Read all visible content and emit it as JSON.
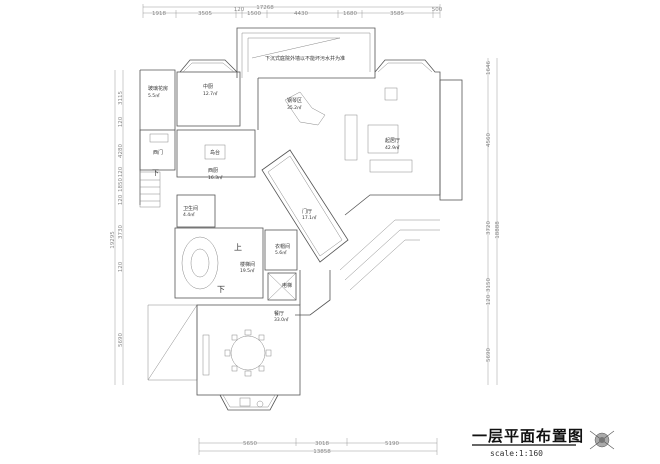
{
  "title": "一层平面布置图",
  "scale": "scale:1:160",
  "note": "下沉式庭院外墙以不能坏污水井为准",
  "rooms": {
    "glass_house": {
      "name": "玻璃花房",
      "area": "5.5㎡"
    },
    "chinese_kitchen": {
      "name": "中厨",
      "area": "12.7㎡"
    },
    "piano": {
      "name": "钢琴区",
      "area": "35.2㎡"
    },
    "living": {
      "name": "起居厅",
      "area": "42.9㎡"
    },
    "western_kitchen": {
      "name": "西厨",
      "area": "16.3㎡"
    },
    "island": {
      "name": "岛台"
    },
    "west_door": {
      "name": "西门"
    },
    "toilet": {
      "name": "卫生间",
      "area": "4.4㎡"
    },
    "foyer": {
      "name": "门厅",
      "area": "17.1㎡"
    },
    "cloakroom": {
      "name": "衣帽间",
      "area": "5.6㎡"
    },
    "stairwell": {
      "name": "楼梯间",
      "area": "19.5㎡"
    },
    "elevator": {
      "name": "电梯"
    },
    "dining": {
      "name": "餐厅",
      "area": "33.0㎡"
    }
  },
  "stairs": {
    "up": "上",
    "down": "下",
    "down2": "下"
  },
  "dims": {
    "top_total": "17268",
    "top": [
      "1918",
      "3505",
      "120",
      "1500",
      "4430",
      "1680",
      "3585",
      "500"
    ],
    "bottom": [
      "5650",
      "3018",
      "5190"
    ],
    "bottom_total": "13858",
    "left": [
      "3115",
      "120",
      "4280",
      "120",
      "1850",
      "120",
      "3730",
      "120",
      "5690"
    ],
    "left_total": "19295",
    "right": [
      "1646",
      "4560",
      "3720",
      "3150",
      "120",
      "5690"
    ],
    "right_total": "18888"
  }
}
